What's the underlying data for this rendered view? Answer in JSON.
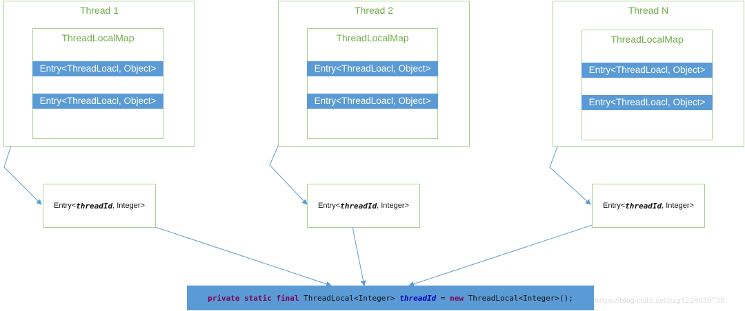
{
  "threads": [
    {
      "title": "Thread 1",
      "map_title": "ThreadLocalMap",
      "entries": [
        "Entry<ThreadLoacl, Object>",
        "Entry<ThreadLoacl, Object>"
      ]
    },
    {
      "title": "Thread 2",
      "map_title": "ThreadLocalMap",
      "entries": [
        "Entry<ThreadLoacl, Object>",
        "Entry<ThreadLoacl, Object>"
      ]
    },
    {
      "title": "Thread N",
      "map_title": "ThreadLocalMap",
      "entries": [
        "Entry<ThreadLoacl, Object>",
        "Entry<ThreadLoacl, Object>"
      ]
    }
  ],
  "thread_entries": [
    {
      "prefix": "Entry<",
      "key": "threadId",
      "suffix": " , Integer>"
    },
    {
      "prefix": "Entry<",
      "key": "threadId",
      "suffix": " , Integer>"
    },
    {
      "prefix": "Entry<",
      "key": "threadId",
      "suffix": " , Integer>"
    }
  ],
  "code": {
    "kw1": "private static final",
    "type1": " ThreadLocal<Integer> ",
    "var": "threadId",
    "eq": " = ",
    "kw2": "new",
    "type2": " ThreadLocal<Integer>();"
  },
  "watermark": "https://blog.csdn.net/zzg1229059735",
  "colors": {
    "box_border": "#a9d18e",
    "title": "#70ad47",
    "entry_fill": "#5b9bd5",
    "arrow": "#5b9bd5"
  }
}
